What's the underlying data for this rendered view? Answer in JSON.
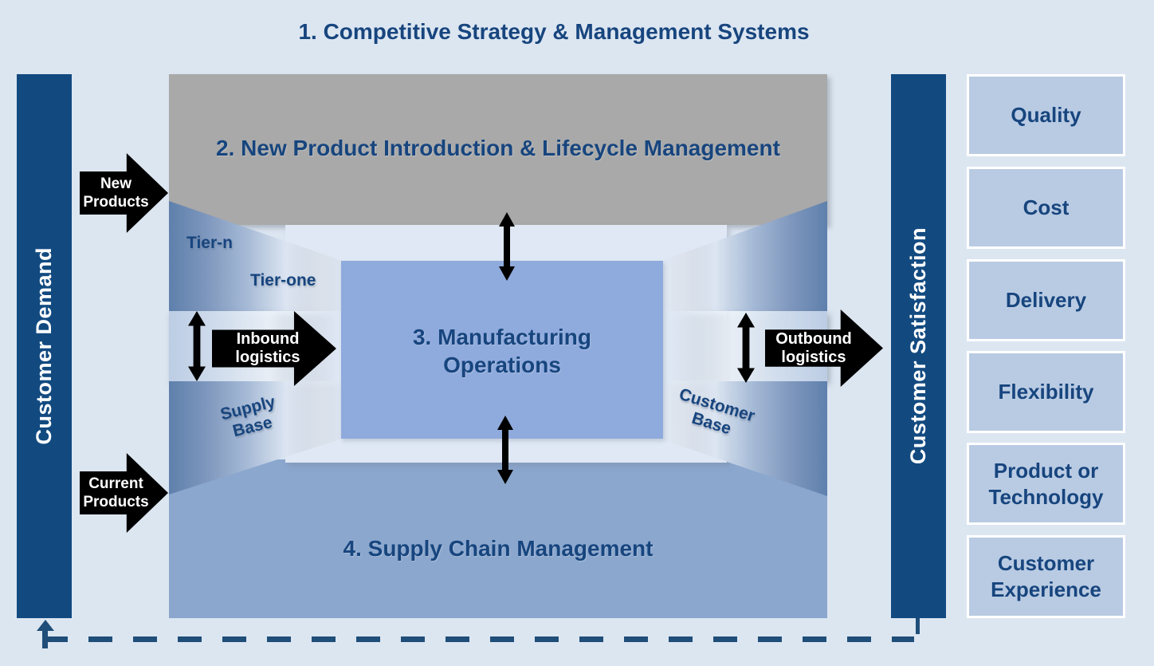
{
  "colors": {
    "bg": "#DCE6F1",
    "navy": "#17457E",
    "bar": "#124A80",
    "gray": "#A9A9A9",
    "mfg": "#8FAADC",
    "supply": "#8BA7CE",
    "frame": "#DFE8F4",
    "panel": "#B9CBE3",
    "panel_border": "#FFFFFF",
    "black": "#000000",
    "dash": "#1F4E79"
  },
  "title": "1. Competitive Strategy & Management Systems",
  "left_bar": {
    "label": "Customer Demand"
  },
  "right_bar": {
    "label": "Customer Satisfaction"
  },
  "sections": {
    "npi": "2. New Product Introduction & Lifecycle Management",
    "manufacturing_line1": "3. Manufacturing",
    "manufacturing_line2": "Operations",
    "supply_chain": "4. Supply Chain Management"
  },
  "funnel_labels": {
    "tier_n": "Tier-n",
    "tier_one": "Tier-one",
    "supply_base_line1": "Supply",
    "supply_base_line2": "Base",
    "customer_base_line1": "Customer",
    "customer_base_line2": "Base"
  },
  "flow_arrows": {
    "new_products_line1": "New",
    "new_products_line2": "Products",
    "current_products_line1": "Current",
    "current_products_line2": "Products",
    "inbound_line1": "Inbound",
    "inbound_line2": "logistics",
    "outbound_line1": "Outbound",
    "outbound_line2": "logistics"
  },
  "outcomes": [
    "Quality",
    "Cost",
    "Delivery",
    "Flexibility",
    "Product or\nTechnology",
    "Customer\nExperience"
  ]
}
